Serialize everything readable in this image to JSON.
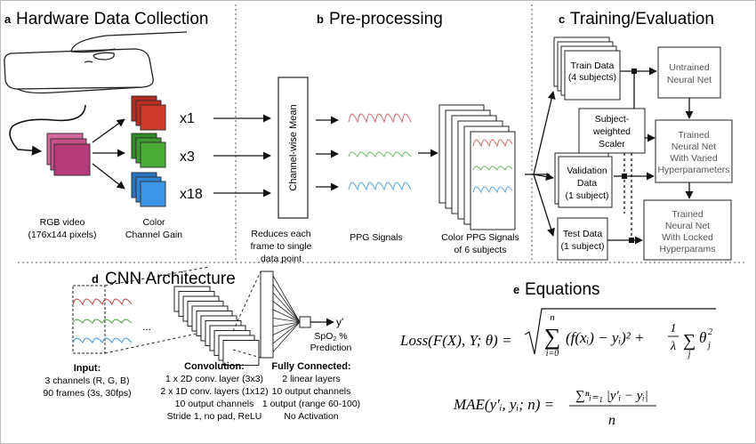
{
  "panel_a": {
    "letter": "a",
    "title": "Hardware Data Collection",
    "rgb_video_label_1": "RGB video",
    "rgb_video_label_2": "(176x144 pixels)",
    "gains": [
      "x1",
      "x3",
      "x18"
    ],
    "color_gain_label_1": "Color",
    "color_gain_label_2": "Channel Gain",
    "colors": {
      "red": "#c0291e",
      "green": "#3c9a2e",
      "blue": "#2f86d8",
      "video": "#c2407f"
    }
  },
  "panel_b": {
    "letter": "b",
    "title": "Pre-processing",
    "mean_box": "Channel-wise Mean",
    "reduce_label_1": "Reduces each",
    "reduce_label_2": "frame to single",
    "reduce_label_3": "data point",
    "ppg_label": "PPG Signals",
    "color_ppg_label_1": "Color PPG Signals",
    "color_ppg_label_2": "of 6 subjects"
  },
  "panel_c": {
    "letter": "c",
    "title": "Training/Evaluation",
    "train_1": "Train Data",
    "train_2": "(4 subjects)",
    "untrained_1": "Untrained",
    "untrained_2": "Neural Net",
    "scaler_1": "Subject-",
    "scaler_2": "weighted",
    "scaler_3": "Scaler",
    "validation_1": "Validation",
    "validation_2": "Data",
    "validation_3": "(1 subject)",
    "trained_varied_1": "Trained",
    "trained_varied_2": "Neural Net",
    "trained_varied_3": "With Varied",
    "trained_varied_4": "Hyperparameters",
    "test_1": "Test Data",
    "test_2": "(1 subject)",
    "trained_locked_1": "Trained",
    "trained_locked_2": "Neural Net",
    "trained_locked_3": "With Locked",
    "trained_locked_4": "Hyperparams"
  },
  "panel_d": {
    "letter": "d",
    "title": "CNN Architecture",
    "ellipsis": "...",
    "output_symbol": "y'",
    "prediction_1": "SpO",
    "prediction_sub": "2",
    "prediction_pct": " %",
    "prediction_2": "Prediction",
    "input_title": "Input:",
    "input_1": "3 channels (R, G, B)",
    "input_2": "90 frames (3s, 30fps)",
    "conv_title": "Convolution:",
    "conv_1": "1 x 2D conv. layer (3x3)",
    "conv_2": "2 x 1D conv. layers (1x12)",
    "conv_3": "10 output channels",
    "conv_4": "Stride 1, no pad, ReLU",
    "fc_title": "Fully Connected:",
    "fc_1": "2 linear layers",
    "fc_2": "10 output channels",
    "fc_3": "1 output (range 60-100)",
    "fc_4": "No Activation"
  },
  "panel_e": {
    "letter": "e",
    "title": "Equations",
    "loss_lhs": "Loss(F(X), Y; θ) =",
    "loss_sum_top": "n",
    "loss_sum_sym": "∑",
    "loss_sum_bottom": "i=0",
    "loss_term": "(f(xᵢ) − yᵢ)² +",
    "loss_frac_num": "1",
    "loss_frac_den": "λ",
    "loss_sum2_sym": "∑",
    "loss_sum2_bottom": "j",
    "loss_theta": "θ",
    "loss_theta_sub": "j",
    "loss_theta_sup": "2",
    "mae_lhs": "MAE(y′ᵢ, yᵢ; n) =",
    "mae_num": "∑ⁿᵢ₌₁ |y′ᵢ − yᵢ|",
    "mae_den": "n"
  }
}
